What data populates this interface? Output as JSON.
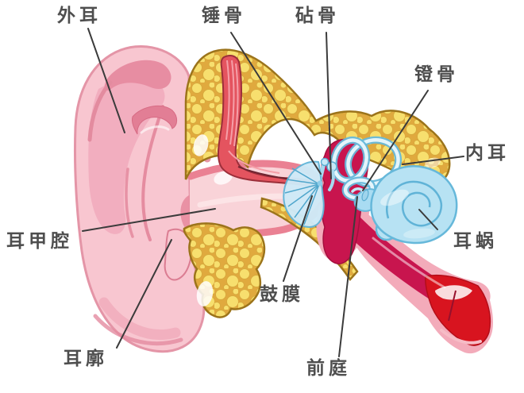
{
  "colors": {
    "background": "#ffffff",
    "label_text": "#4e4e4e",
    "leader_line": "#3b3b3b",
    "pinna_light": "#f8c6d0",
    "pinna_mid": "#f1abbc",
    "pinna_dark": "#e27e95",
    "bone_base": "#e0a93e",
    "bone_bubble": "#f7df6e",
    "bone_outline": "#9c741b",
    "canal_light": "#f9d3d8",
    "canal_wall": "#ea8193",
    "muscle_red": "#e4545f",
    "middle_ear_crimson": "#c8154e",
    "tube_red": "#d8141f",
    "tube_pink": "#f3abba",
    "inner_ear_fill": "#b7e2f3",
    "inner_ear_stroke": "#66b8da"
  },
  "labels": [
    {
      "id": "outer-ear",
      "text": "外耳"
    },
    {
      "id": "malleus",
      "text": "锤骨"
    },
    {
      "id": "incus",
      "text": "砧骨"
    },
    {
      "id": "stapes",
      "text": "镫骨"
    },
    {
      "id": "inner-ear",
      "text": "内耳"
    },
    {
      "id": "cochlea",
      "text": "耳蜗"
    },
    {
      "id": "concha-cavity",
      "text": "耳甲腔"
    },
    {
      "id": "auricle",
      "text": "耳廓"
    },
    {
      "id": "eardrum",
      "text": "鼓膜"
    },
    {
      "id": "vestibule",
      "text": "前庭"
    }
  ]
}
